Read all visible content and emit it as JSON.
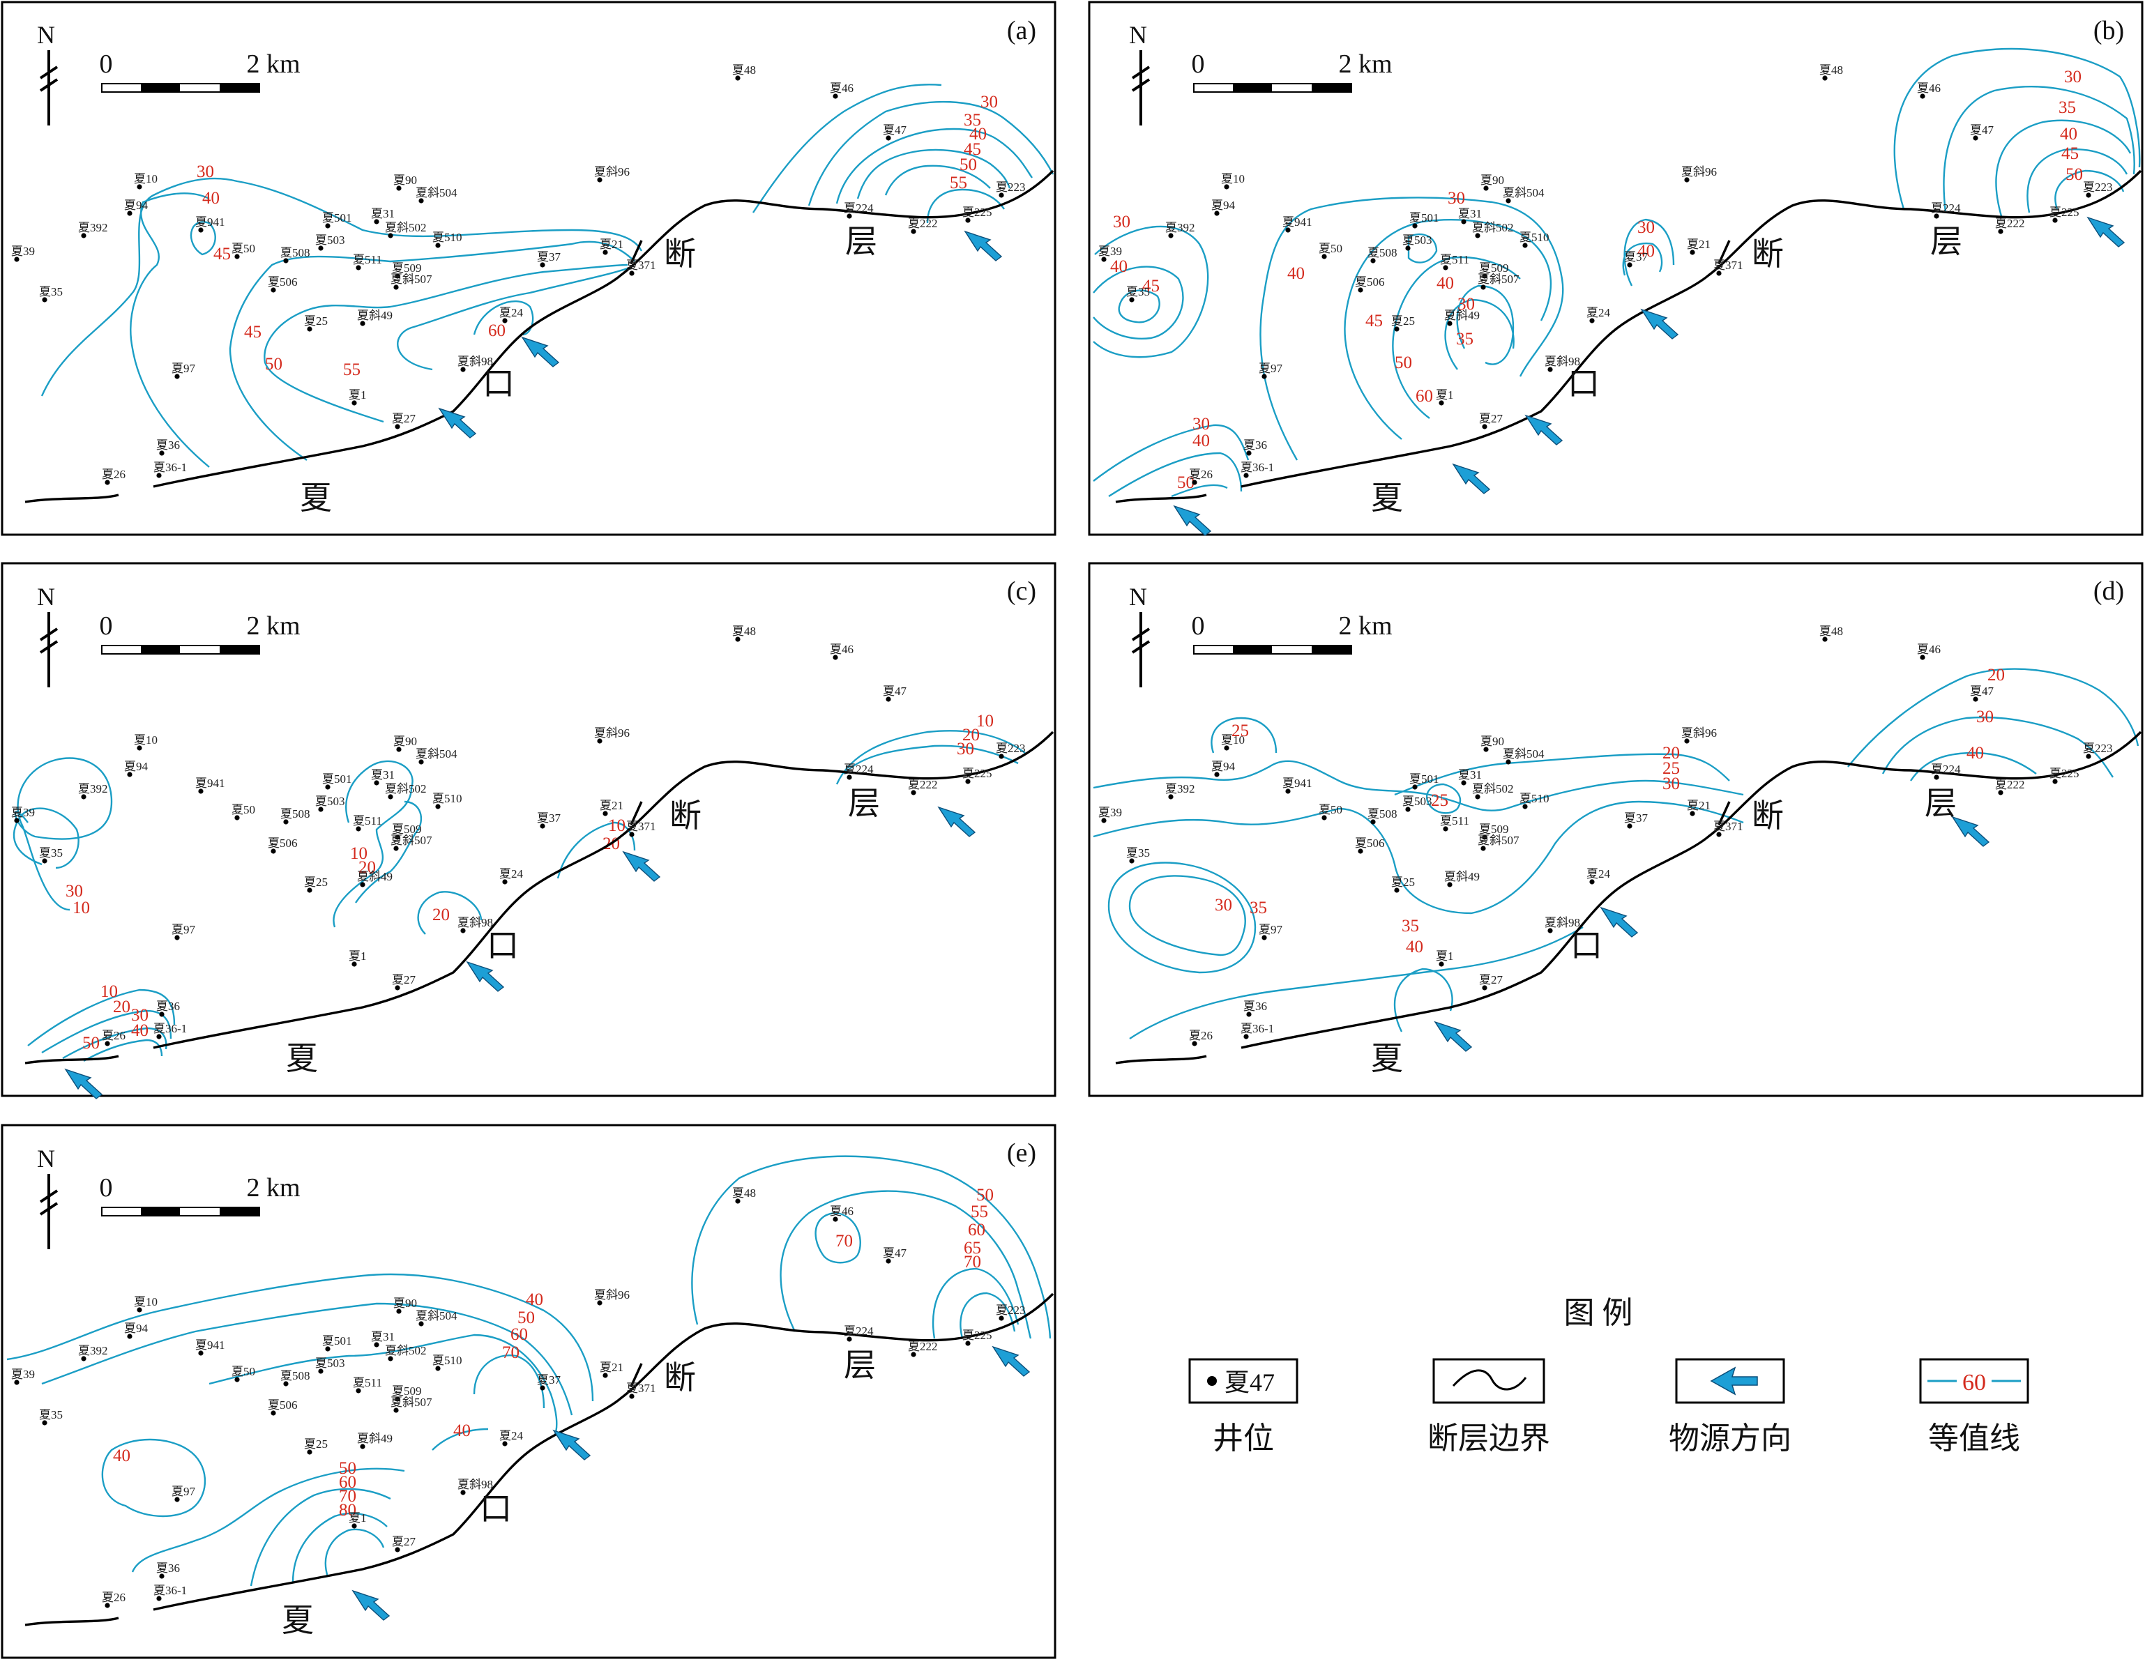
{
  "panels": [
    {
      "id": "a",
      "label": "(a)",
      "contour_labels": [
        "30",
        "40",
        "45",
        "45",
        "50",
        "55",
        "60",
        "30",
        "35",
        "40",
        "45",
        "50",
        "55"
      ]
    },
    {
      "id": "b",
      "label": "(b)",
      "contour_labels": [
        "30",
        "40",
        "45",
        "30",
        "40",
        "50",
        "30",
        "40",
        "45",
        "50",
        "60",
        "30",
        "35",
        "40",
        "30",
        "40",
        "30",
        "35",
        "40",
        "45",
        "50"
      ]
    },
    {
      "id": "c",
      "label": "(c)",
      "contour_labels": [
        "30",
        "10",
        "10",
        "20",
        "20",
        "10",
        "20",
        "10",
        "20",
        "30",
        "40",
        "50",
        "10",
        "20",
        "30"
      ]
    },
    {
      "id": "d",
      "label": "(d)",
      "contour_labels": [
        "25",
        "25",
        "20",
        "25",
        "30",
        "30",
        "35",
        "35",
        "40",
        "20",
        "30",
        "40"
      ]
    },
    {
      "id": "e",
      "label": "(e)",
      "contour_labels": [
        "40",
        "50",
        "60",
        "70",
        "40",
        "40",
        "50",
        "60",
        "70",
        "80",
        "50",
        "55",
        "60",
        "65",
        "70",
        "70"
      ]
    }
  ],
  "wells": [
    "夏48",
    "夏46",
    "夏47",
    "夏224",
    "夏222",
    "夏225",
    "夏223",
    "夏10",
    "夏94",
    "夏392",
    "夏39",
    "夏35",
    "夏941",
    "夏50",
    "夏508",
    "夏506",
    "夏501",
    "夏503",
    "夏31",
    "夏90",
    "夏斜504",
    "夏斜502",
    "夏510",
    "夏511",
    "夏509",
    "夏斜507",
    "夏25",
    "夏斜49",
    "夏24",
    "夏斜98",
    "夏97",
    "夏1",
    "夏27",
    "夏36",
    "夏36-1",
    "夏26",
    "夏37",
    "夏21",
    "夏371",
    "夏斜96"
  ],
  "fault_name_chars": [
    "夏",
    "口",
    "断",
    "层"
  ],
  "scale": {
    "zero": "0",
    "max": "2 km"
  },
  "north": "N",
  "legend": {
    "title": "图  例",
    "well_sample": "夏47",
    "contour_sample": "60",
    "items": [
      "井位",
      "断层边界",
      "物源方向",
      "等值线"
    ]
  },
  "colors": {
    "contour": "#1b9ec5",
    "contour_value": "#d42a1d",
    "arrow": "#1d9fd6",
    "fault": "#000000"
  }
}
